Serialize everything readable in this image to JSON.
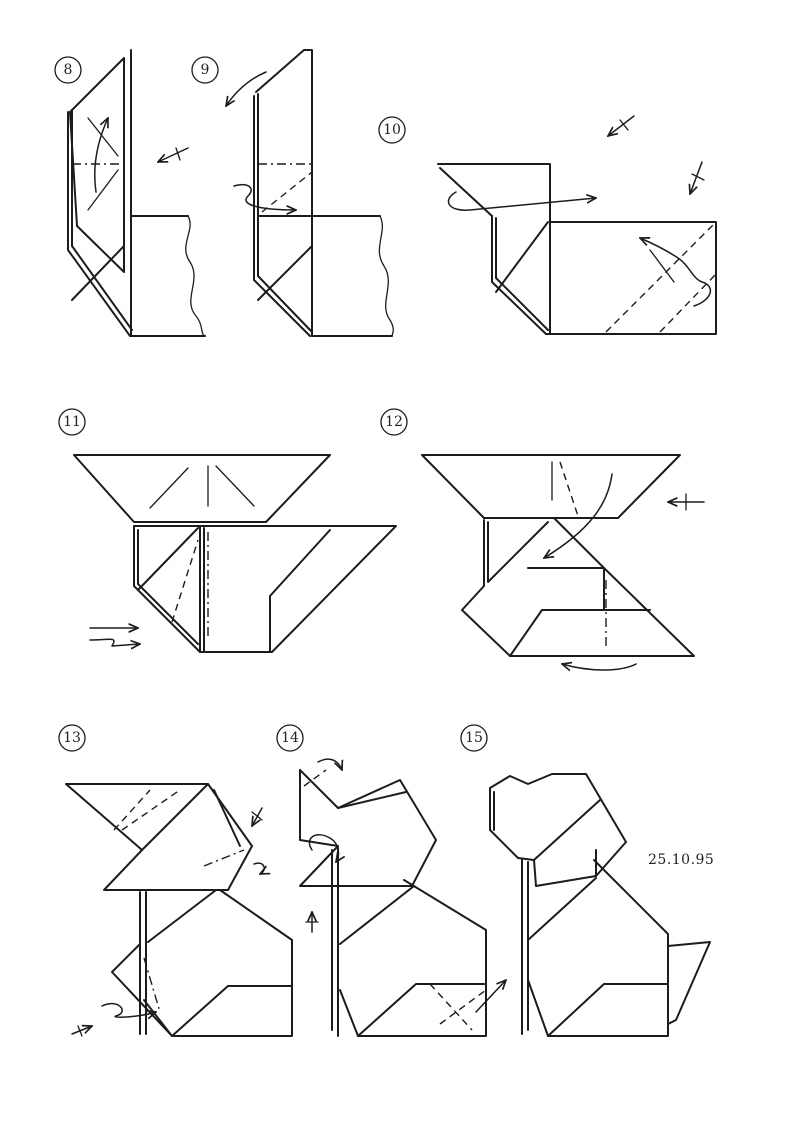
{
  "steps": [
    {
      "number": "8"
    },
    {
      "number": "9"
    },
    {
      "number": "10"
    },
    {
      "number": "11"
    },
    {
      "number": "12"
    },
    {
      "number": "13"
    },
    {
      "number": "14"
    },
    {
      "number": "15"
    }
  ],
  "date_note": "25.10.95"
}
